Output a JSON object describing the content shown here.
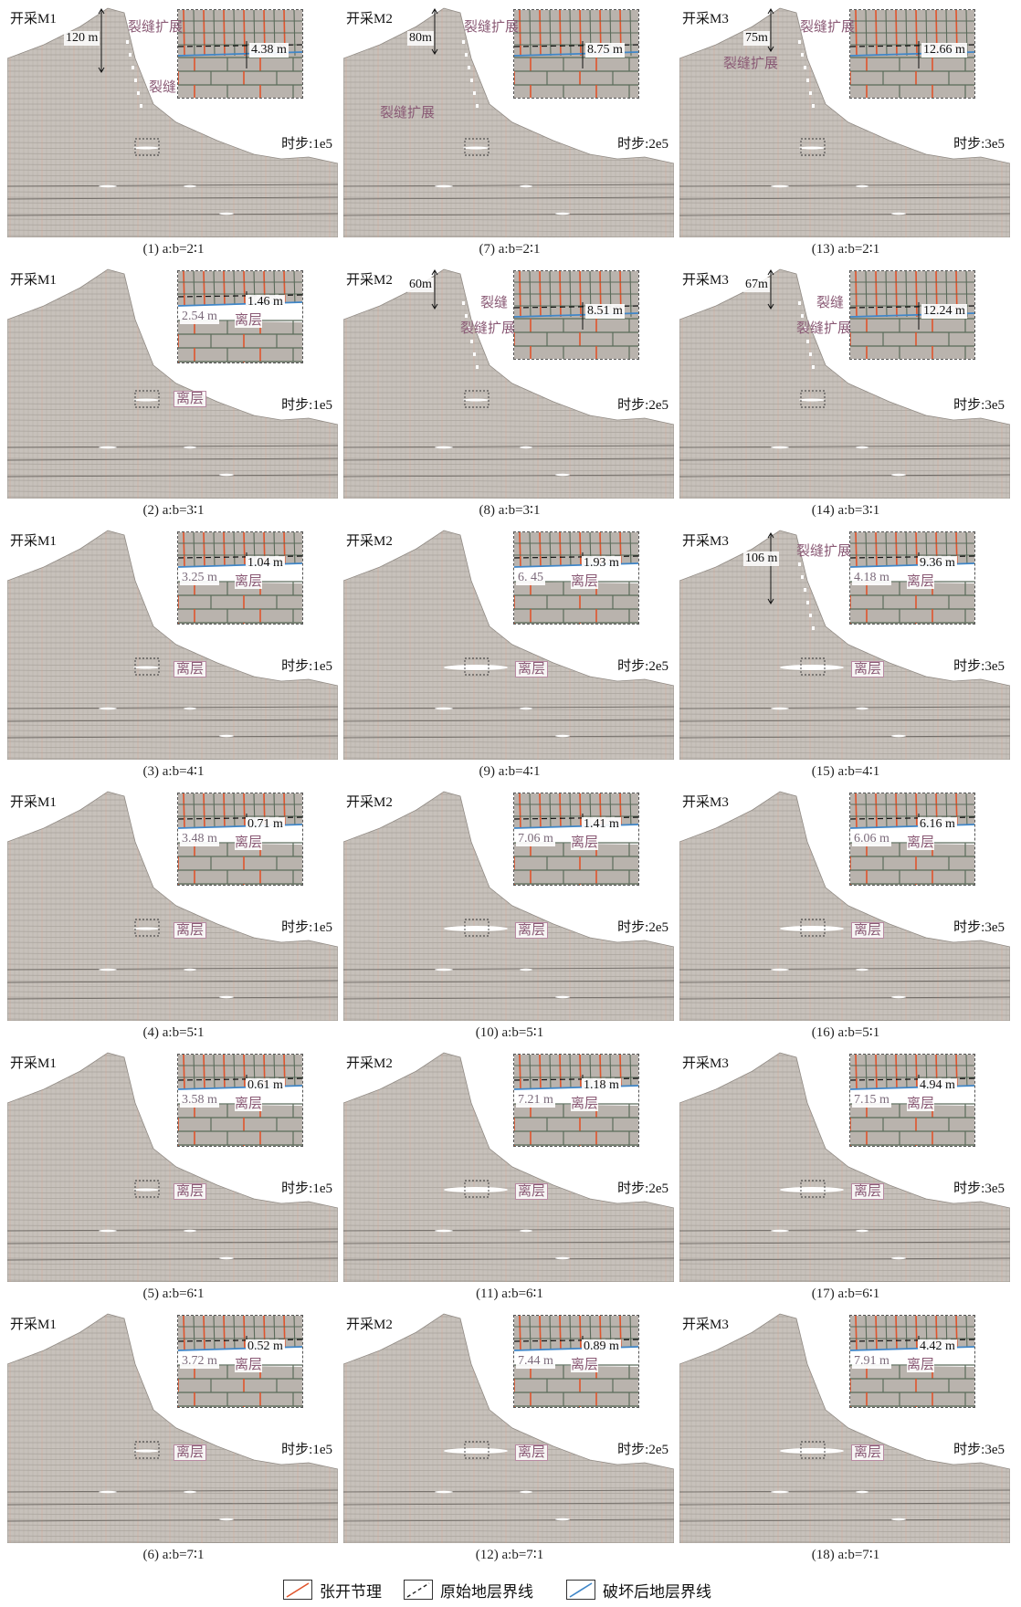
{
  "panels": [
    {
      "caption": "(1) a:b=2∶1",
      "mining": "开采M1",
      "timestep": "时步:1e5",
      "height_label": "120 m",
      "value": "4.38 m",
      "value_type": "crack",
      "annotations": [
        "裂缝扩展",
        "裂缝"
      ]
    },
    {
      "caption": "(7) a:b=2∶1",
      "mining": "开采M2",
      "timestep": "时步:2e5",
      "height_label": "80m",
      "value": "8.75 m",
      "value_type": "crack",
      "annotations": [
        "裂缝扩展",
        "裂缝扩展"
      ]
    },
    {
      "caption": "(13) a:b=2∶1",
      "mining": "开采M3",
      "timestep": "时步:3e5",
      "height_label": "75m",
      "value": "12.66 m",
      "value_type": "crack",
      "annotations": [
        "裂缝扩展",
        "裂缝扩展"
      ]
    },
    {
      "caption": "(2) a:b=3∶1",
      "mining": "开采M1",
      "timestep": "时步:1e5",
      "height_label": "",
      "value": "1.46 m",
      "side_value": "2.54 m",
      "value_type": "sep",
      "annotations": [
        "离层",
        "离层"
      ]
    },
    {
      "caption": "(8) a:b=3∶1",
      "mining": "开采M2",
      "timestep": "时步:2e5",
      "height_label": "60m",
      "value": "8.51 m",
      "value_type": "crack",
      "annotations": [
        "裂缝",
        "裂缝扩展"
      ]
    },
    {
      "caption": "(14) a:b=3∶1",
      "mining": "开采M3",
      "timestep": "时步:3e5",
      "height_label": "67m",
      "value": "12.24 m",
      "value_type": "crack",
      "annotations": [
        "裂缝",
        "裂缝扩展"
      ]
    },
    {
      "caption": "(3) a:b=4∶1",
      "mining": "开采M1",
      "timestep": "时步:1e5",
      "height_label": "",
      "value": "1.04 m",
      "side_value": "3.25 m",
      "value_type": "sep",
      "annotations": [
        "离层",
        "离层"
      ]
    },
    {
      "caption": "(9) a:b=4∶1",
      "mining": "开采M2",
      "timestep": "时步:2e5",
      "height_label": "",
      "value": "1.93 m",
      "side_value": "6. 45",
      "value_type": "sep",
      "annotations": [
        "离层",
        "离层"
      ]
    },
    {
      "caption": "(15) a:b=4∶1",
      "mining": "开采M3",
      "timestep": "时步:3e5",
      "height_label": "106 m",
      "value": "9.36 m",
      "side_value": "4.18 m",
      "value_type": "sep",
      "annotations": [
        "离层",
        "离层",
        "裂缝扩展"
      ]
    },
    {
      "caption": "(4) a:b=5∶1",
      "mining": "开采M1",
      "timestep": "时步:1e5",
      "height_label": "",
      "value": "0.71 m",
      "side_value": "3.48 m",
      "value_type": "sep",
      "annotations": [
        "离层",
        "离层"
      ]
    },
    {
      "caption": "(10) a:b=5∶1",
      "mining": "开采M2",
      "timestep": "时步:2e5",
      "height_label": "",
      "value": "1.41 m",
      "side_value": "7.06 m",
      "value_type": "sep",
      "annotations": [
        "离层",
        "离层"
      ]
    },
    {
      "caption": "(16) a:b=5∶1",
      "mining": "开采M3",
      "timestep": "时步:3e5",
      "height_label": "",
      "value": "6.16 m",
      "side_value": "6.06 m",
      "value_type": "sep",
      "annotations": [
        "离层",
        "离层"
      ]
    },
    {
      "caption": "(5) a:b=6∶1",
      "mining": "开采M1",
      "timestep": "时步:1e5",
      "height_label": "",
      "value": "0.61 m",
      "side_value": "3.58 m",
      "value_type": "sep",
      "annotations": [
        "离层",
        "离层"
      ]
    },
    {
      "caption": "(11) a:b=6∶1",
      "mining": "开采M2",
      "timestep": "时步:2e5",
      "height_label": "",
      "value": "1.18 m",
      "side_value": "7.21 m",
      "value_type": "sep",
      "annotations": [
        "离层",
        "离层"
      ]
    },
    {
      "caption": "(17) a:b=6∶1",
      "mining": "开采M3",
      "timestep": "时步:3e5",
      "height_label": "",
      "value": "4.94 m",
      "side_value": "7.15 m",
      "value_type": "sep",
      "annotations": [
        "离层",
        "离层"
      ]
    },
    {
      "caption": "(6) a:b=7∶1",
      "mining": "开采M1",
      "timestep": "时步:1e5",
      "height_label": "",
      "value": "0.52 m",
      "side_value": "3.72 m",
      "value_type": "sep",
      "annotations": [
        "离层",
        "离层"
      ]
    },
    {
      "caption": "(12) a:b=7∶1",
      "mining": "开采M2",
      "timestep": "时步:2e5",
      "height_label": "",
      "value": "0.89 m",
      "side_value": "7.44 m",
      "value_type": "sep",
      "annotations": [
        "离层",
        "离层"
      ]
    },
    {
      "caption": "(18) a:b=7∶1",
      "mining": "开采M3",
      "timestep": "时步:3e5",
      "height_label": "",
      "value": "4.42 m",
      "side_value": "7.91 m",
      "value_type": "sep",
      "annotations": [
        "离层",
        "离层"
      ]
    }
  ],
  "legend": {
    "open_joint": "张开节理",
    "original_boundary": "原始地层界线",
    "broken_boundary": "破坏后地层界线"
  },
  "colors": {
    "rock": "#b9b3ad",
    "rock_fill": "#c7c1bb",
    "joint_red": "#e0542c",
    "stratum_gray": "#5a6b5a",
    "boundary_blue": "#3f86c8",
    "label_purple": "#8a5a75"
  }
}
